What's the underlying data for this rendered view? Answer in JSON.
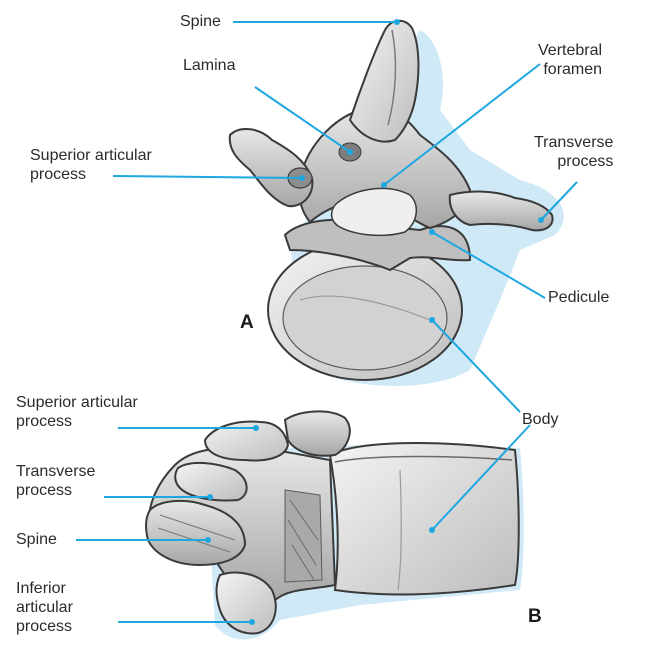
{
  "figure": {
    "panel_a": "A",
    "panel_b": "B",
    "labels_a": {
      "spine": "Spine",
      "lamina": "Lamina",
      "vertebral_foramen": "Vertebral\nforamen",
      "superior_articular_process": "Superior articular\nprocess",
      "transverse_process": "Transverse\nprocess",
      "pedicule": "Pedicule"
    },
    "labels_b": {
      "body": "Body",
      "superior_articular_process": "Superior articular\nprocess",
      "transverse_process": "Transverse\nprocess",
      "spine": "Spine",
      "inferior_articular_process": "Inferior\narticular\nprocess"
    }
  },
  "colors": {
    "leader_line": "#1ea7e1",
    "shadow": "#cfe9f7",
    "bone_fill": "#eeeeee",
    "bone_mid": "#c9c9c9",
    "bone_dark": "#8d8d8d",
    "outline": "#3a3a3a",
    "text": "#2b2b2b"
  }
}
